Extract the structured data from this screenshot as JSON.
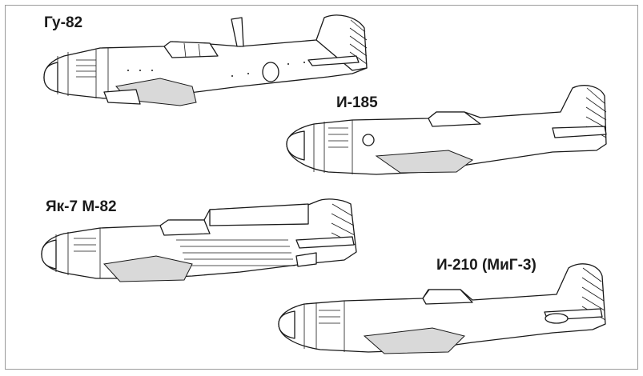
{
  "labels": {
    "gu82": "Гу-82",
    "i185": "И-185",
    "yak7": "Як-7 М-82",
    "i210": "И-210 (МиГ-3)"
  }
}
